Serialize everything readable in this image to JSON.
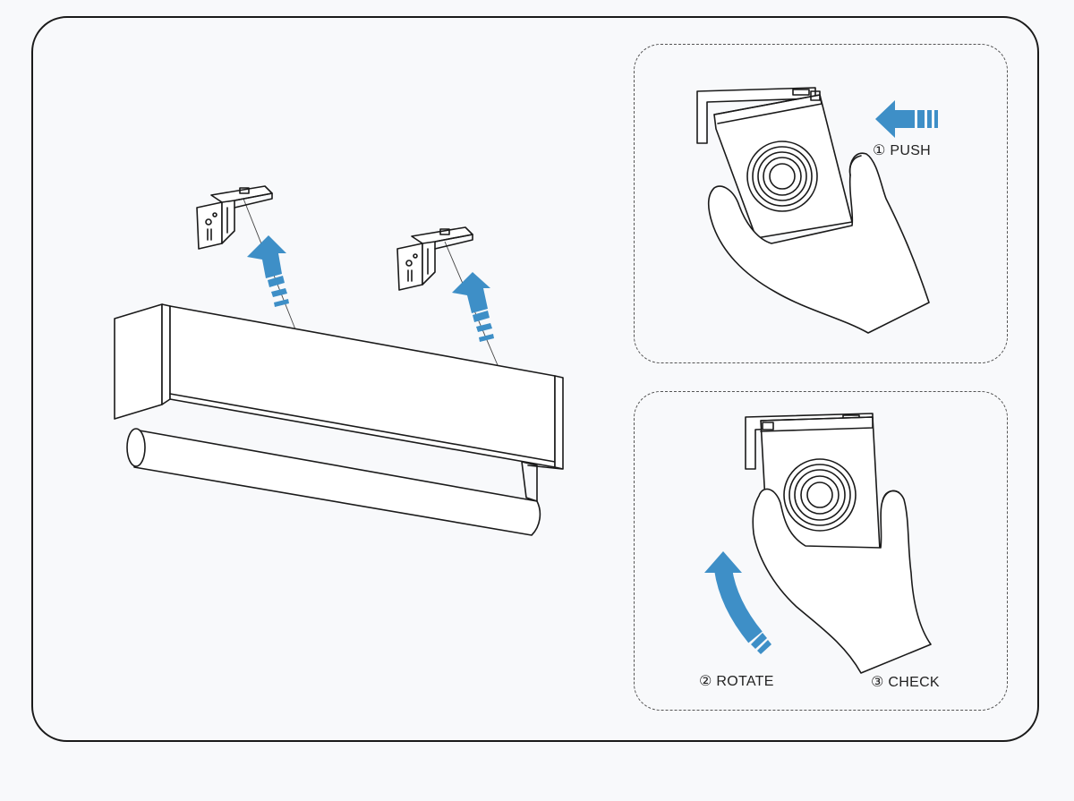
{
  "steps": {
    "push": "① PUSH",
    "rotate": "② ROTATE",
    "check": "③ CHECK"
  },
  "colors": {
    "arrow": "#3e8fc7",
    "line": "#1a1a1a",
    "background": "#f8f9fb"
  }
}
